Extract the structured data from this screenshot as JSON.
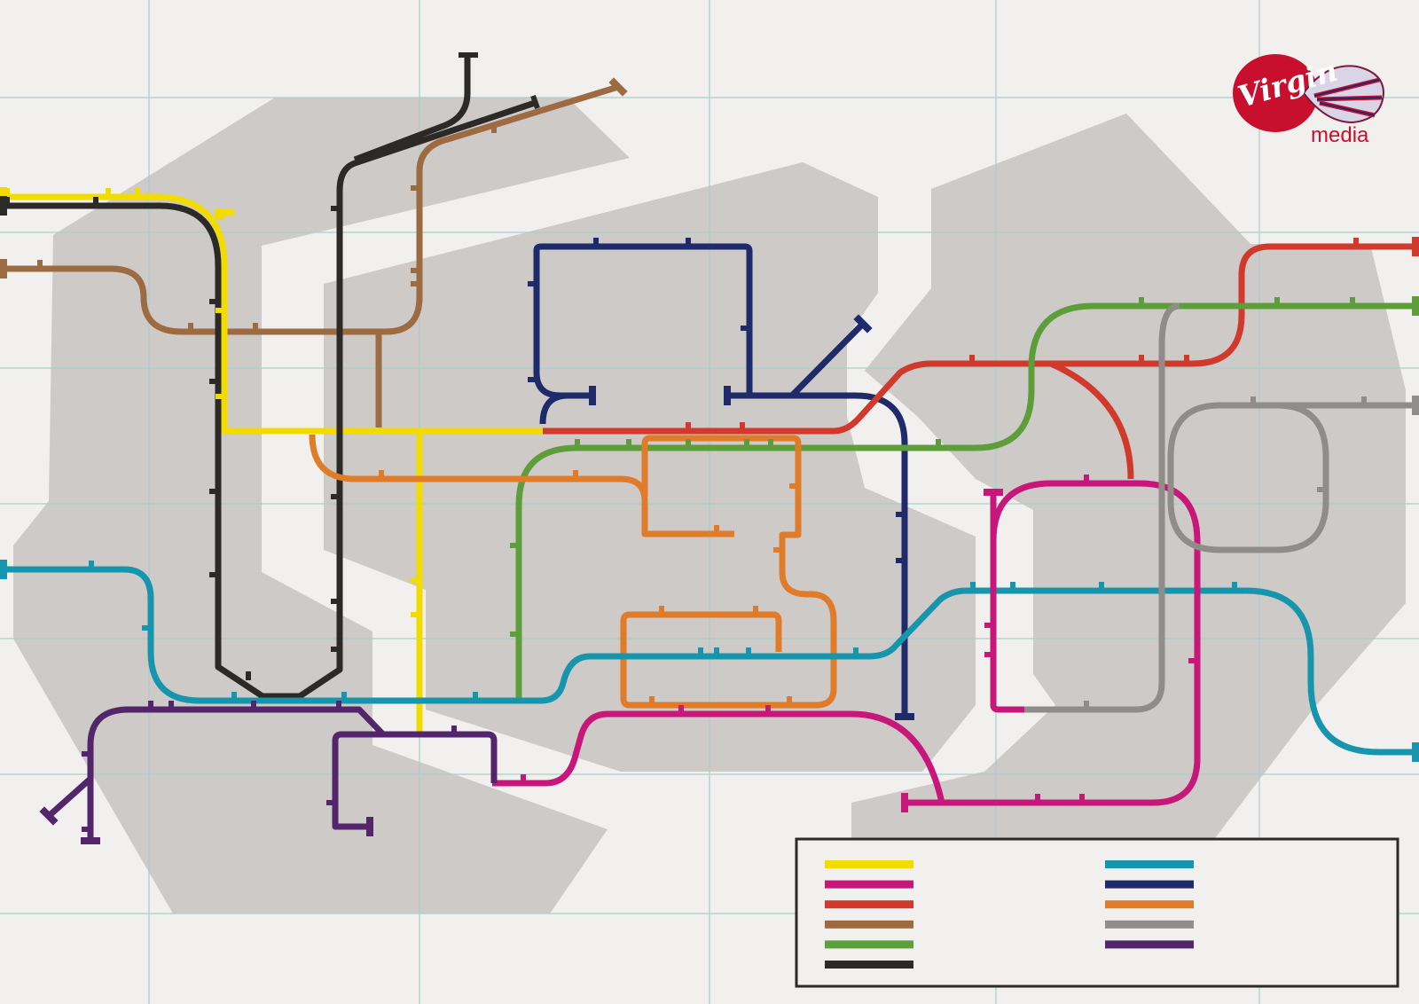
{
  "brand": {
    "logo_script": "Virgin",
    "logo_word": "media",
    "logo_color": "#c8102e",
    "logo_icon": "virgin-media-infinity-logo"
  },
  "map": {
    "background_color": "#f1f0ee",
    "grid_color": "#a9cfcc",
    "land_color": "#cdcac7",
    "grid": true,
    "station_marker": "tick"
  },
  "lines": [
    {
      "id": "yellow",
      "color": "#f2dc00"
    },
    {
      "id": "black",
      "color": "#2b2a27"
    },
    {
      "id": "brown",
      "color": "#9c6b41"
    },
    {
      "id": "navy",
      "color": "#1f2a6b"
    },
    {
      "id": "red",
      "color": "#d0392b"
    },
    {
      "id": "green",
      "color": "#5d9e3a"
    },
    {
      "id": "orange",
      "color": "#e07b2a"
    },
    {
      "id": "teal",
      "color": "#1795ac"
    },
    {
      "id": "magenta",
      "color": "#c8177a"
    },
    {
      "id": "grey",
      "color": "#8f8d89"
    },
    {
      "id": "purple",
      "color": "#53266b"
    }
  ],
  "legend": {
    "placement": "bottom-right",
    "left_column": [
      "yellow",
      "magenta",
      "red",
      "brown",
      "green",
      "black"
    ],
    "right_column": [
      "teal",
      "navy",
      "orange",
      "grey",
      "purple"
    ]
  }
}
